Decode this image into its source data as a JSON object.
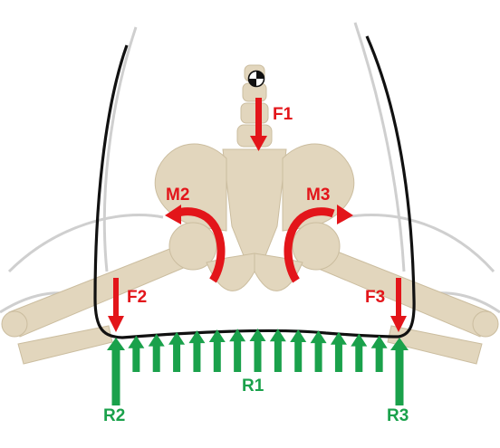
{
  "labels": {
    "f1": "F1",
    "f2": "F2",
    "f3": "F3",
    "m2": "M2",
    "m3": "M3",
    "r1": "R1",
    "r2": "R2",
    "r3": "R3"
  },
  "colors": {
    "force": "#e3151a",
    "reaction": "#1aa14b",
    "bone": "#e2d6bd",
    "bone_edge": "#cbbd9f",
    "seat_outline": "#111111",
    "body_contour": "#cfcfcf"
  },
  "icons": {
    "center_of_mass": "center-of-mass-icon"
  },
  "reaction_arrow_count": 15
}
